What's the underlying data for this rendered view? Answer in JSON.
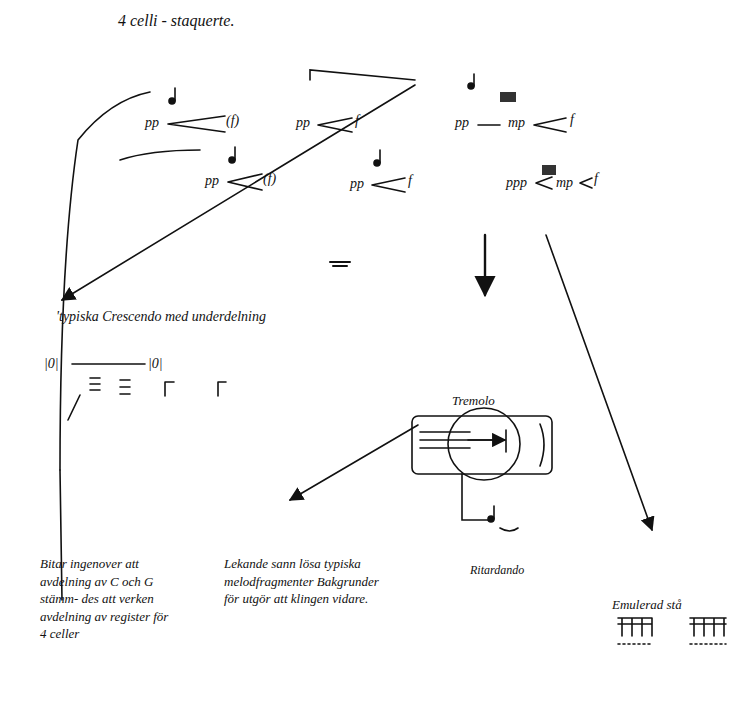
{
  "diagram": {
    "labels": [
      "4 celli - staquerte.",
      "pp",
      "(f)",
      "pp",
      "f",
      "pp",
      "mp",
      "f",
      "pp",
      "(f)",
      "pp",
      "f",
      "ppp",
      "mp",
      "f",
      "'typiska Crescendo med underdelning",
      "|0|",
      "|0|",
      "Tremolo",
      "Ritardando",
      "Bitar ingenover att avdelning av C och G stämm- des att verken avdelning av register för 4 celler",
      "Lekande sann lösa typiska melodfragmenter Bakgrunder för utgör att klingen vidare.",
      "Emulerad stå"
    ]
  }
}
